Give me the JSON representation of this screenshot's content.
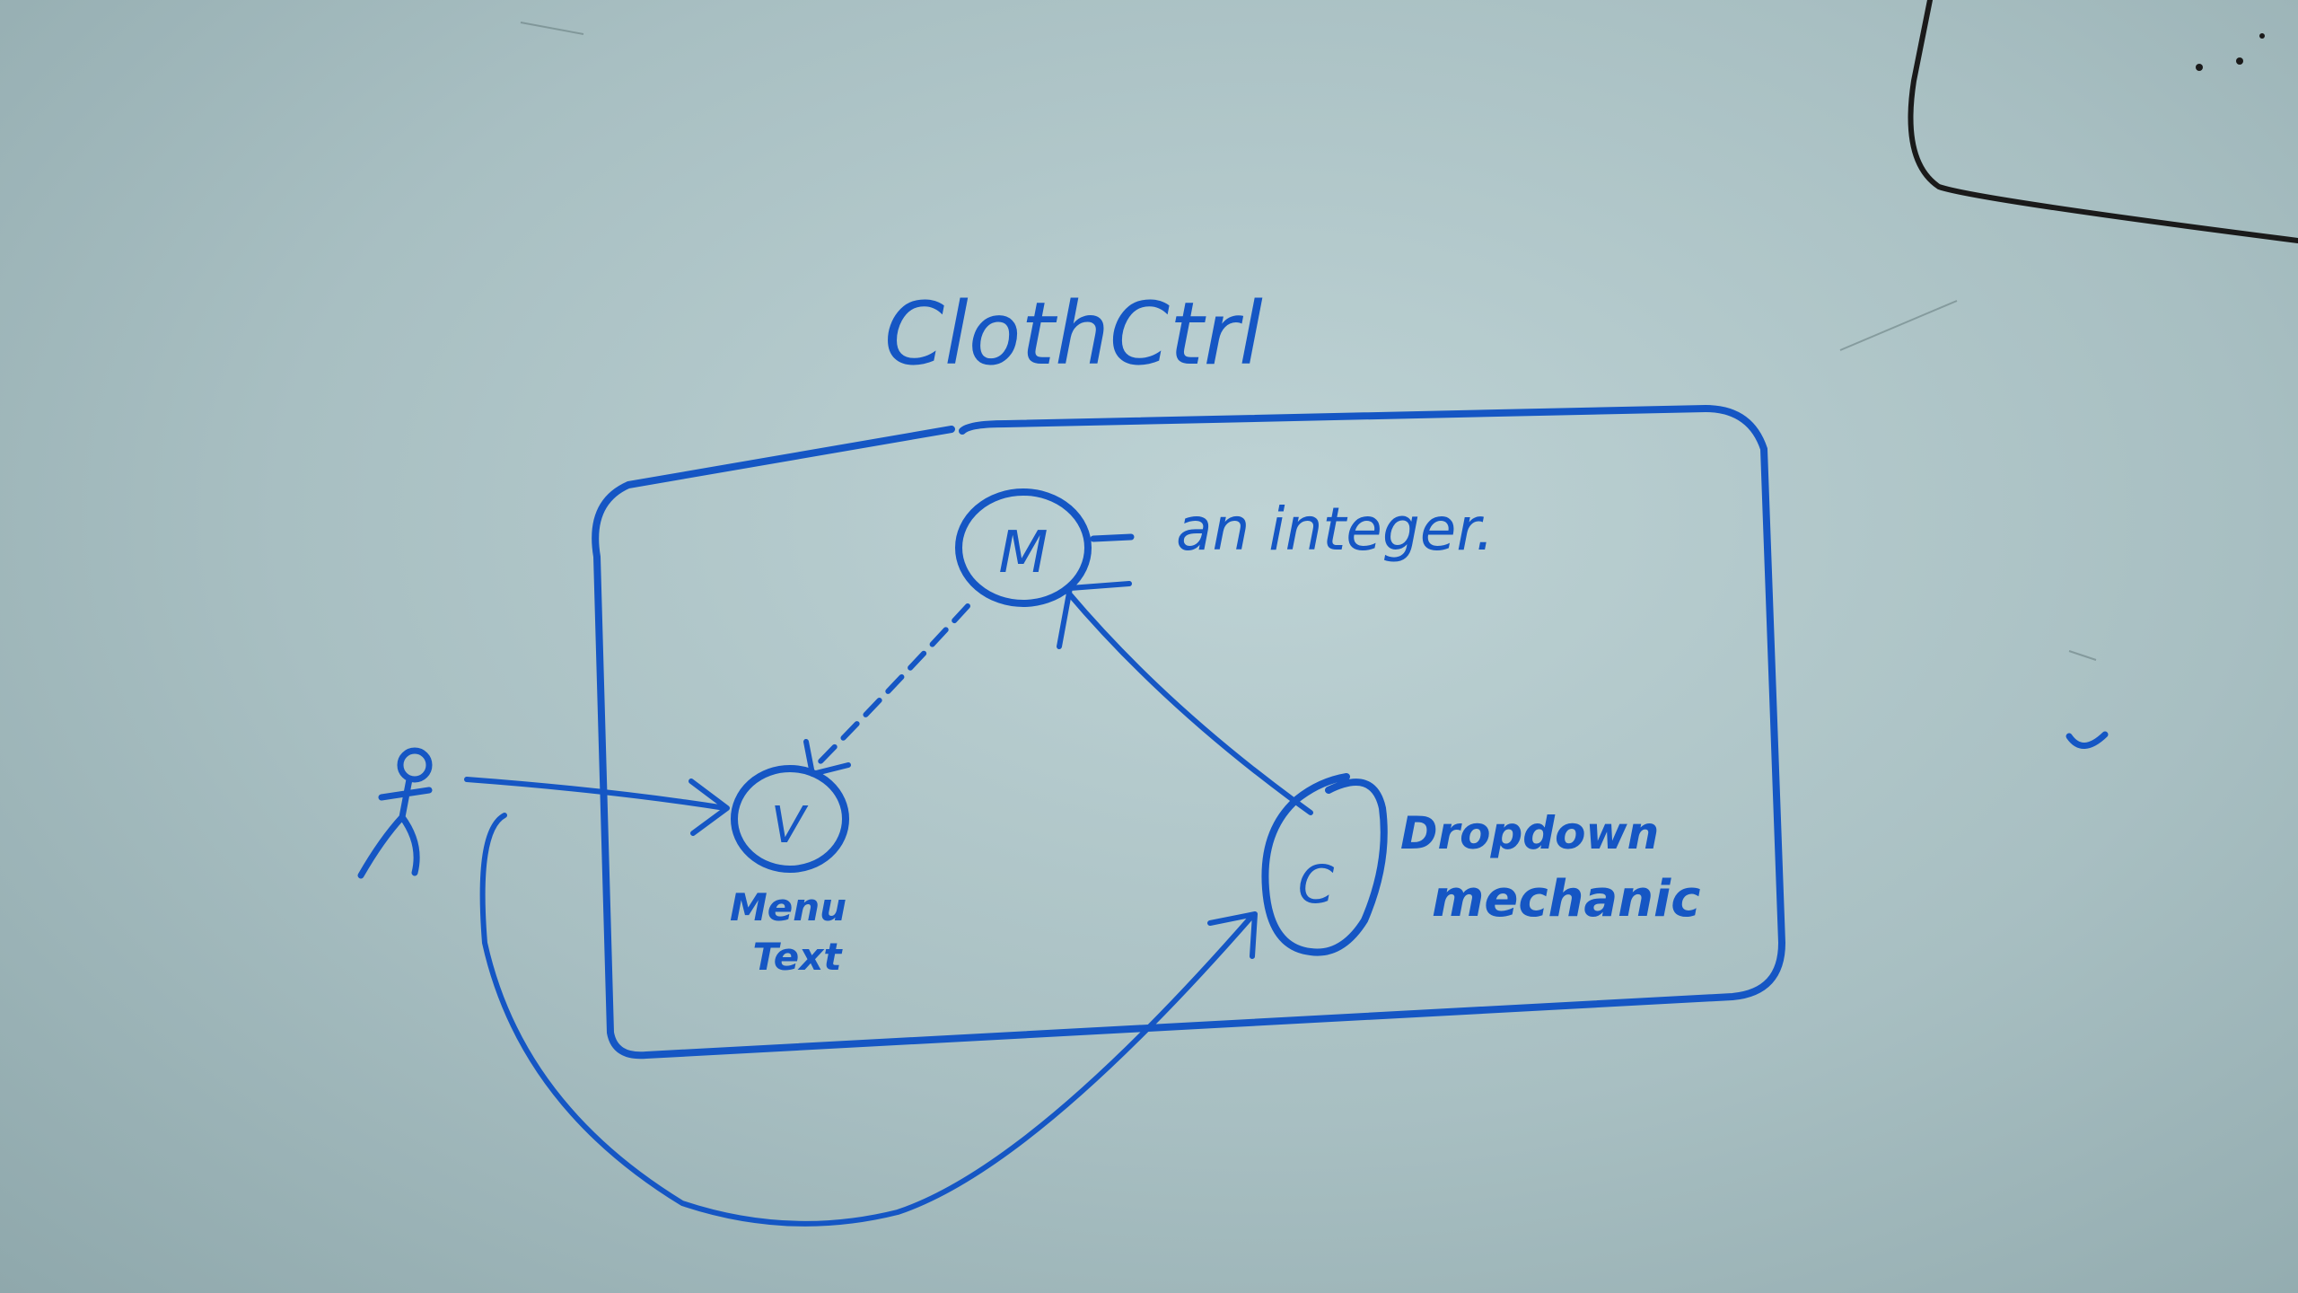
{
  "colors": {
    "ink": "#1556c4",
    "black_ink": "#1a1a1a",
    "board": "#b7cdcf"
  },
  "diagram": {
    "title": "ClothCtrl",
    "nodes": {
      "model": {
        "letter": "M",
        "annotation": "an integer."
      },
      "view": {
        "letter": "V",
        "caption_line1": "Menu",
        "caption_line2": "Text"
      },
      "controller": {
        "letter": "C",
        "caption_line1": "Dropdown",
        "caption_line2": "mechanic"
      }
    },
    "actor_icon": "stick-figure-icon"
  }
}
